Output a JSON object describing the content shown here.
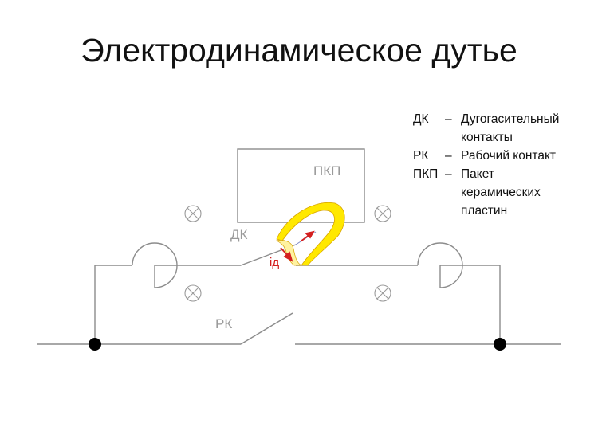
{
  "title": "Электродинамическое дутье",
  "legend": [
    {
      "abbr": "ДК",
      "dash": "–",
      "desc_lines": [
        "Дугогасительный",
        "контакты"
      ]
    },
    {
      "abbr": "РК",
      "dash": "–",
      "desc_lines": [
        "Рабочий контакт"
      ]
    },
    {
      "abbr": "ПКП",
      "dash": "–",
      "desc_lines": [
        "Пакет",
        "керамических",
        "пластин"
      ]
    }
  ],
  "diagram": {
    "labels": {
      "pkp": "ПКП",
      "dk": "ДК",
      "rk": "РК",
      "current": "iд"
    },
    "colors": {
      "line": "#8c8c8c",
      "arc_fill": "#ffe800",
      "arc_inner": "#fff2a0",
      "arc_edge": "#d8a400",
      "arrow": "#d42020",
      "node": "#000000",
      "label": "#9a9a9a"
    }
  }
}
